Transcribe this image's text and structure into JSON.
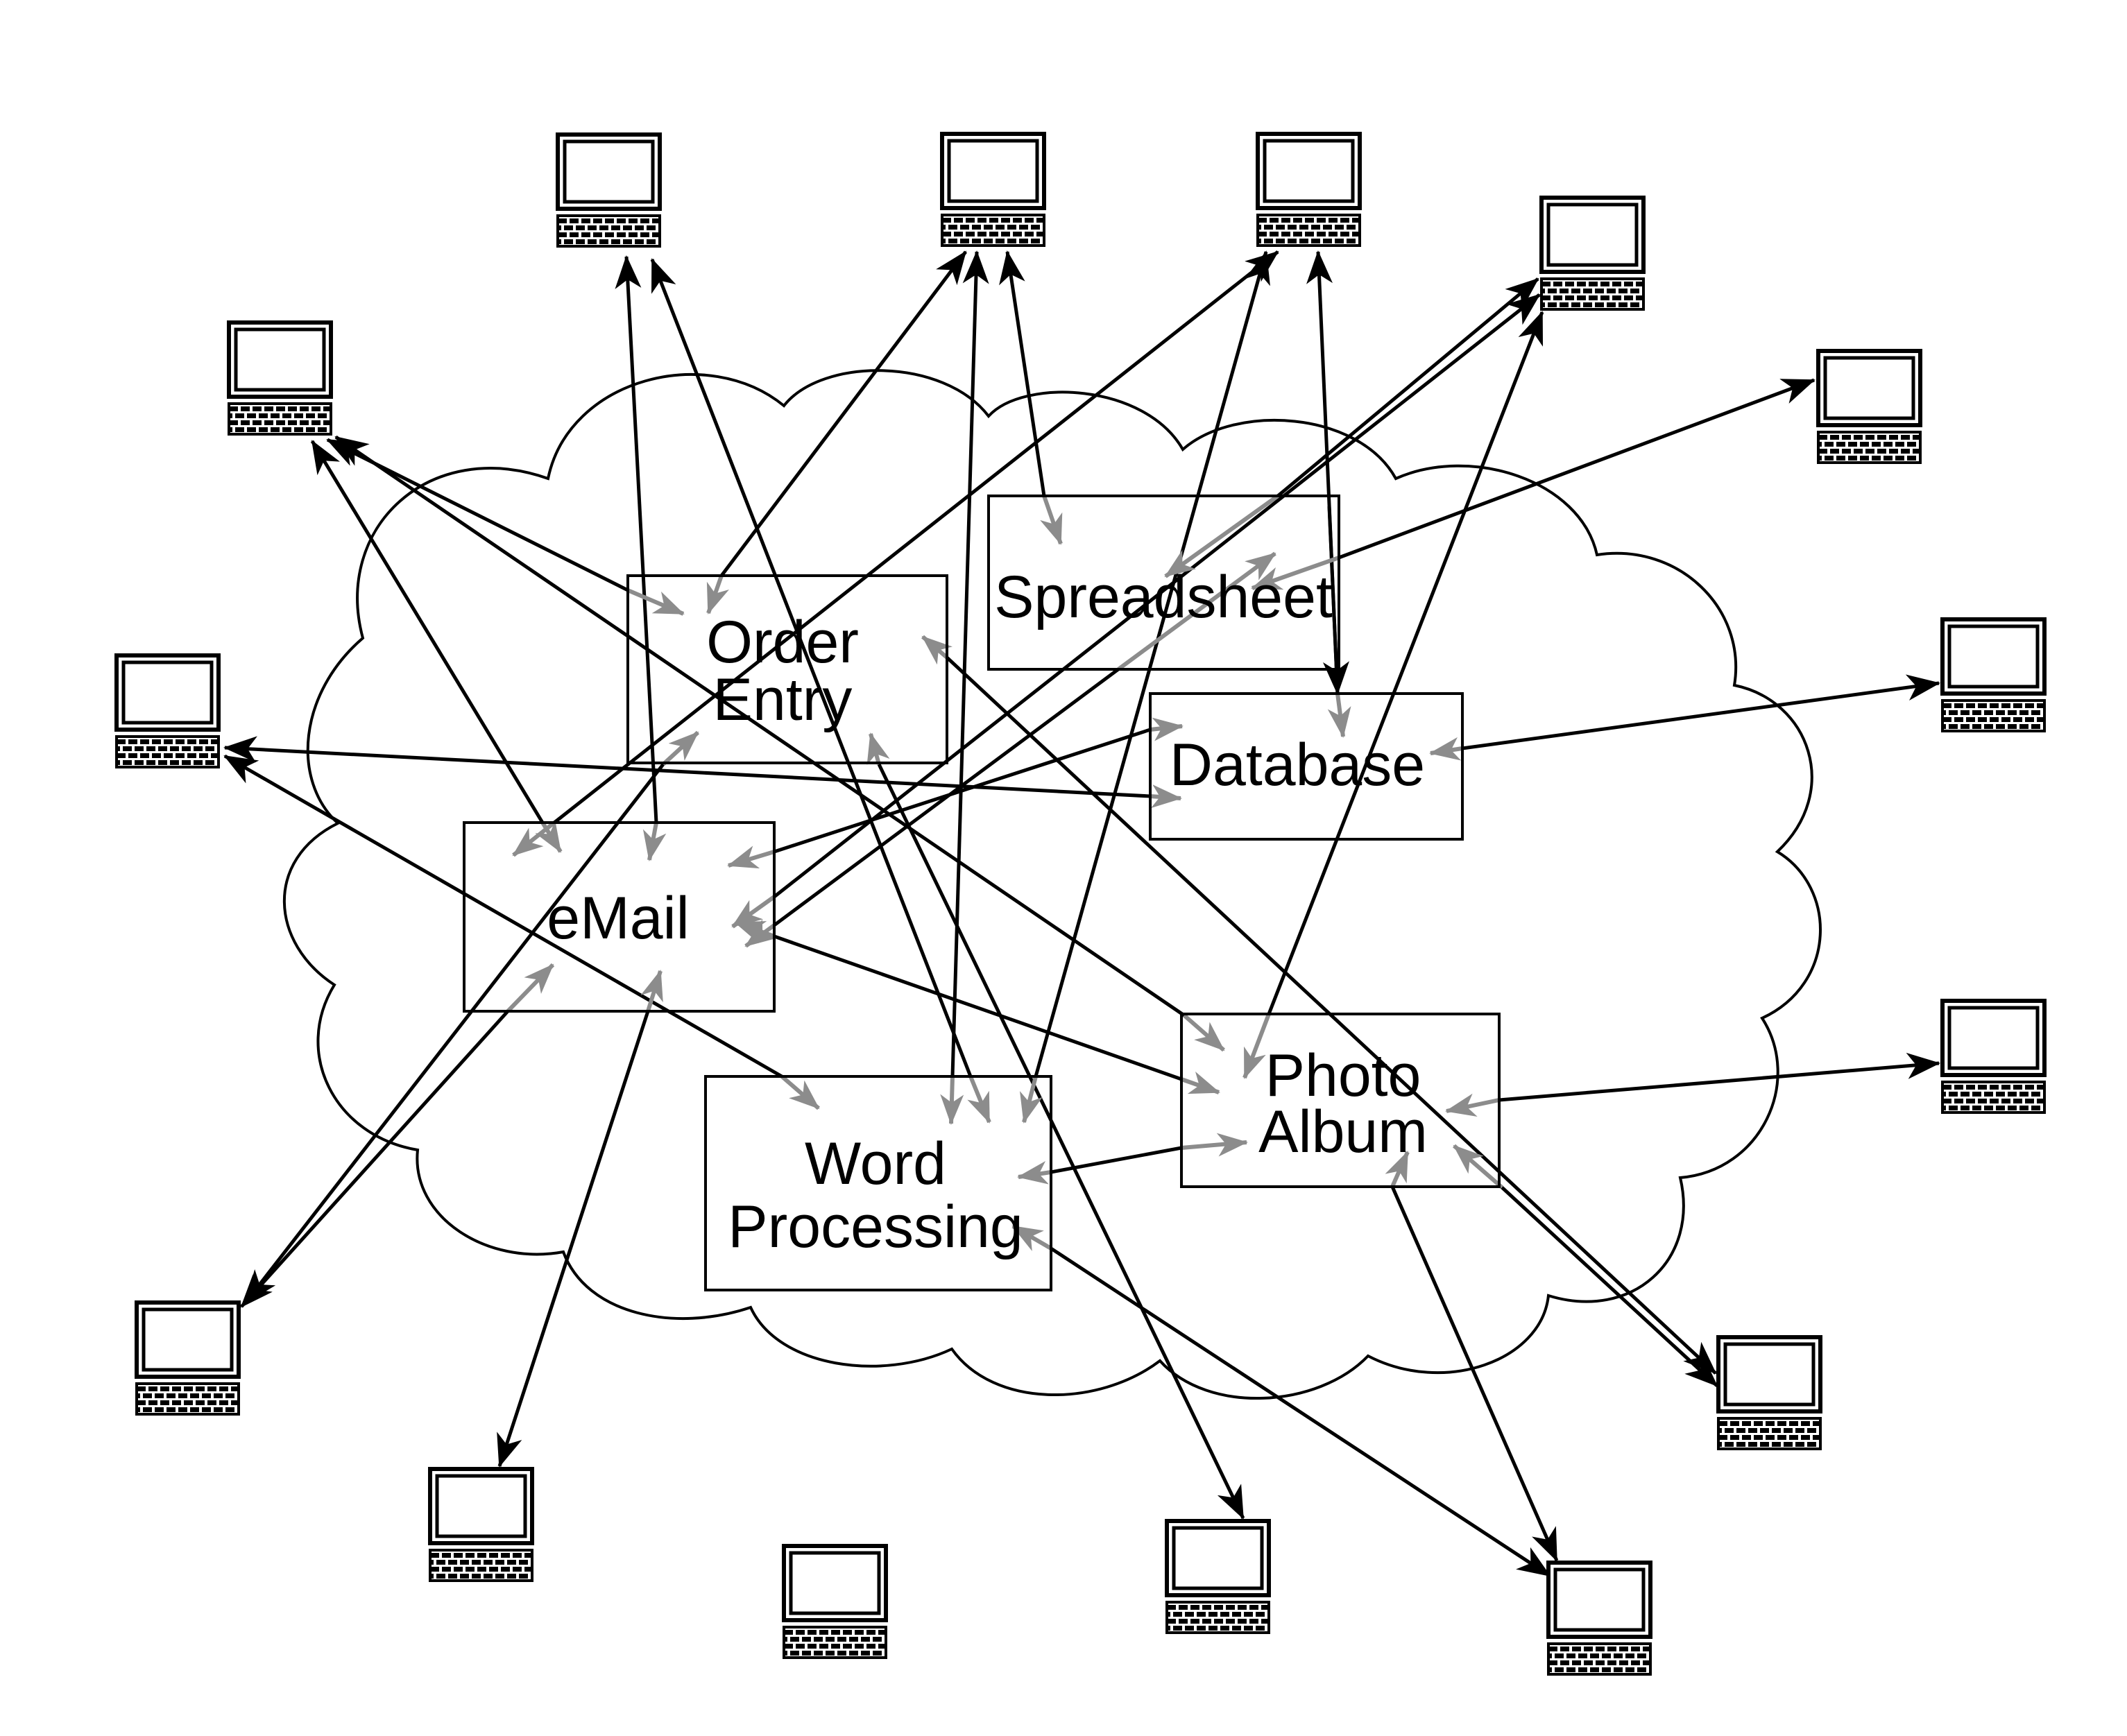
{
  "diagram": {
    "type": "cloud-computing-concept",
    "background": "#ffffff",
    "line_color": "#000000",
    "terminal_arrow_color": "#8c8c8c",
    "cloud_shape": "large scalloped cloud containing the application boxes"
  },
  "apps": [
    {
      "id": "order-entry",
      "line1": "Order",
      "line2": "Entry"
    },
    {
      "id": "spreadsheet",
      "line1": "Spreadsheet",
      "line2": ""
    },
    {
      "id": "database",
      "line1": "Database",
      "line2": ""
    },
    {
      "id": "email",
      "line1": "eMail",
      "line2": ""
    },
    {
      "id": "word-processing",
      "line1": "Word",
      "line2": "Processing"
    },
    {
      "id": "photo-album",
      "line1": "Photo",
      "line2": "Album"
    }
  ],
  "computers": [
    {
      "id": "computer-top-1"
    },
    {
      "id": "computer-top-2"
    },
    {
      "id": "computer-top-3"
    },
    {
      "id": "computer-top-4"
    },
    {
      "id": "computer-right-top"
    },
    {
      "id": "computer-left-top"
    },
    {
      "id": "computer-left-middle"
    },
    {
      "id": "computer-right-upper"
    },
    {
      "id": "computer-right-lower"
    },
    {
      "id": "computer-left-bottom"
    },
    {
      "id": "computer-bottom-1"
    },
    {
      "id": "computer-bottom-2"
    },
    {
      "id": "computer-bottom-3"
    },
    {
      "id": "computer-bottom-4"
    },
    {
      "id": "computer-right-bottom"
    }
  ],
  "connections": [
    [
      "computer-top-1",
      "email"
    ],
    [
      "computer-top-1",
      "word-processing"
    ],
    [
      "computer-top-2",
      "order-entry"
    ],
    [
      "computer-top-2",
      "spreadsheet"
    ],
    [
      "computer-top-2",
      "word-processing"
    ],
    [
      "computer-top-3",
      "email"
    ],
    [
      "computer-top-3",
      "database"
    ],
    [
      "computer-top-3",
      "word-processing"
    ],
    [
      "computer-top-4",
      "spreadsheet"
    ],
    [
      "computer-top-4",
      "email"
    ],
    [
      "computer-top-4",
      "photo-album"
    ],
    [
      "computer-right-top",
      "spreadsheet"
    ],
    [
      "computer-left-top",
      "order-entry"
    ],
    [
      "computer-left-top",
      "email"
    ],
    [
      "computer-left-top",
      "photo-album"
    ],
    [
      "computer-left-middle",
      "database"
    ],
    [
      "computer-left-middle",
      "word-processing"
    ],
    [
      "computer-right-upper",
      "database"
    ],
    [
      "computer-right-lower",
      "photo-album"
    ],
    [
      "computer-left-bottom",
      "email"
    ],
    [
      "computer-left-bottom",
      "order-entry"
    ],
    [
      "computer-bottom-1",
      "email"
    ],
    [
      "computer-bottom-3",
      "order-entry"
    ],
    [
      "computer-bottom-4",
      "word-processing"
    ],
    [
      "computer-bottom-4",
      "photo-album"
    ],
    [
      "computer-right-bottom",
      "order-entry"
    ],
    [
      "computer-right-bottom",
      "photo-album"
    ],
    [
      "email",
      "spreadsheet"
    ],
    [
      "email",
      "database"
    ],
    [
      "email",
      "photo-album"
    ],
    [
      "word-processing",
      "photo-album"
    ]
  ]
}
